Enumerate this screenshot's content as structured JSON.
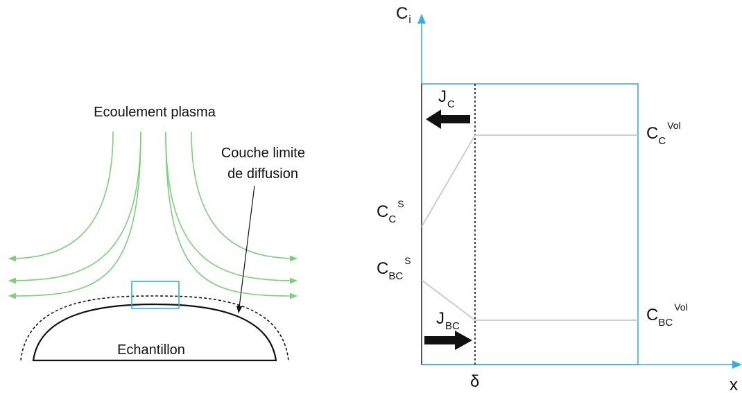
{
  "left_diagram": {
    "flow_label": "Ecoulement plasma",
    "boundary_label_line1": "Couche limite",
    "boundary_label_line2": "de diffusion",
    "sample_label": "Echantillon"
  },
  "right_diagram": {
    "y_axis": {
      "symbol": "C",
      "subscript": "i"
    },
    "x_axis": {
      "symbol": "x"
    },
    "delta_label": "δ",
    "flux_c": {
      "symbol": "J",
      "subscript": "C"
    },
    "flux_bc": {
      "symbol": "J",
      "subscript": "BC"
    },
    "c_c_surface": {
      "symbol": "C",
      "subscript": "C",
      "superscript": "S"
    },
    "c_bc_surface": {
      "symbol": "C",
      "subscript": "BC",
      "superscript": "S"
    },
    "c_c_volume": {
      "symbol": "C",
      "subscript": "C",
      "superscript": "Vol"
    },
    "c_bc_volume": {
      "symbol": "C",
      "subscript": "BC",
      "superscript": "Vol"
    }
  },
  "colors": {
    "axis": "#3aaee0",
    "streamline": "#7ccf7c",
    "profile": "#c8c8c8",
    "ink": "#111111"
  }
}
